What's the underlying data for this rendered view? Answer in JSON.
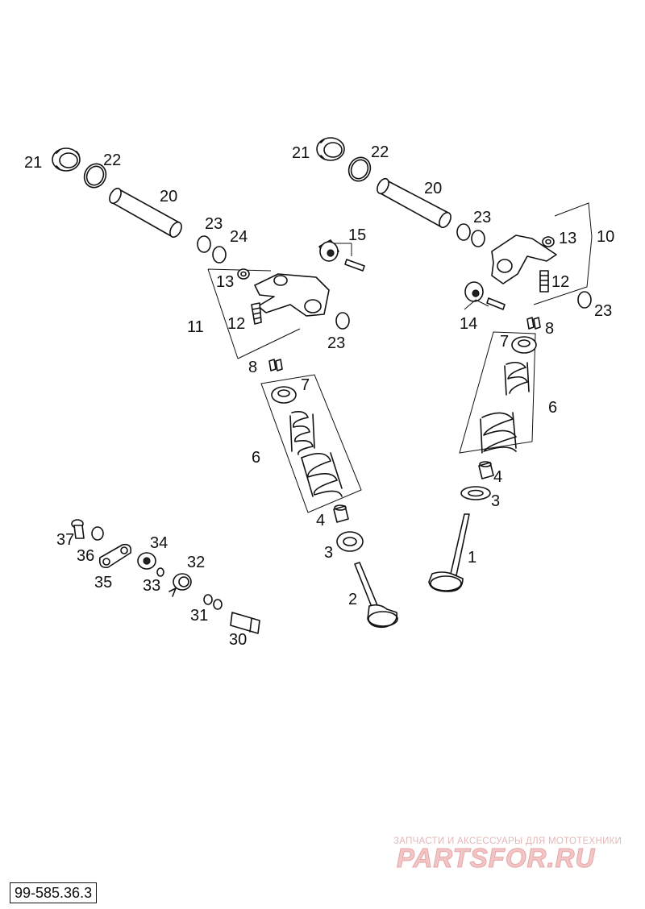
{
  "labels": {
    "l_21a": "21",
    "l_22a": "22",
    "l_20a": "20",
    "l_23a": "23",
    "l_24": "24",
    "l_15": "15",
    "l_13a": "13",
    "l_11": "11",
    "l_12a": "12",
    "l_23b": "23",
    "l_8a": "8",
    "l_7a": "7",
    "l_6a": "6",
    "l_4a": "4",
    "l_3a": "3",
    "l_2": "2",
    "l_21b": "21",
    "l_22b": "22",
    "l_20b": "20",
    "l_23c": "23",
    "l_13b": "13",
    "l_10": "10",
    "l_12b": "12",
    "l_23d": "23",
    "l_14": "14",
    "l_7b": "7",
    "l_8b": "8",
    "l_6b": "6",
    "l_4b": "4",
    "l_3b": "3",
    "l_1": "1",
    "l_37": "37",
    "l_36": "36",
    "l_35": "35",
    "l_34": "34",
    "l_33": "33",
    "l_32": "32",
    "l_31": "31",
    "l_30": "30"
  },
  "watermark": {
    "tagline": "ЗАПЧАСТИ И АКСЕССУАРЫ ДЛЯ МОТОТЕХНИКИ",
    "brand": "PARTSFOR.RU"
  },
  "diagram_code": "99-585.36.3",
  "colors": {
    "ink": "#111111",
    "watermark": "#f2c6c6"
  }
}
